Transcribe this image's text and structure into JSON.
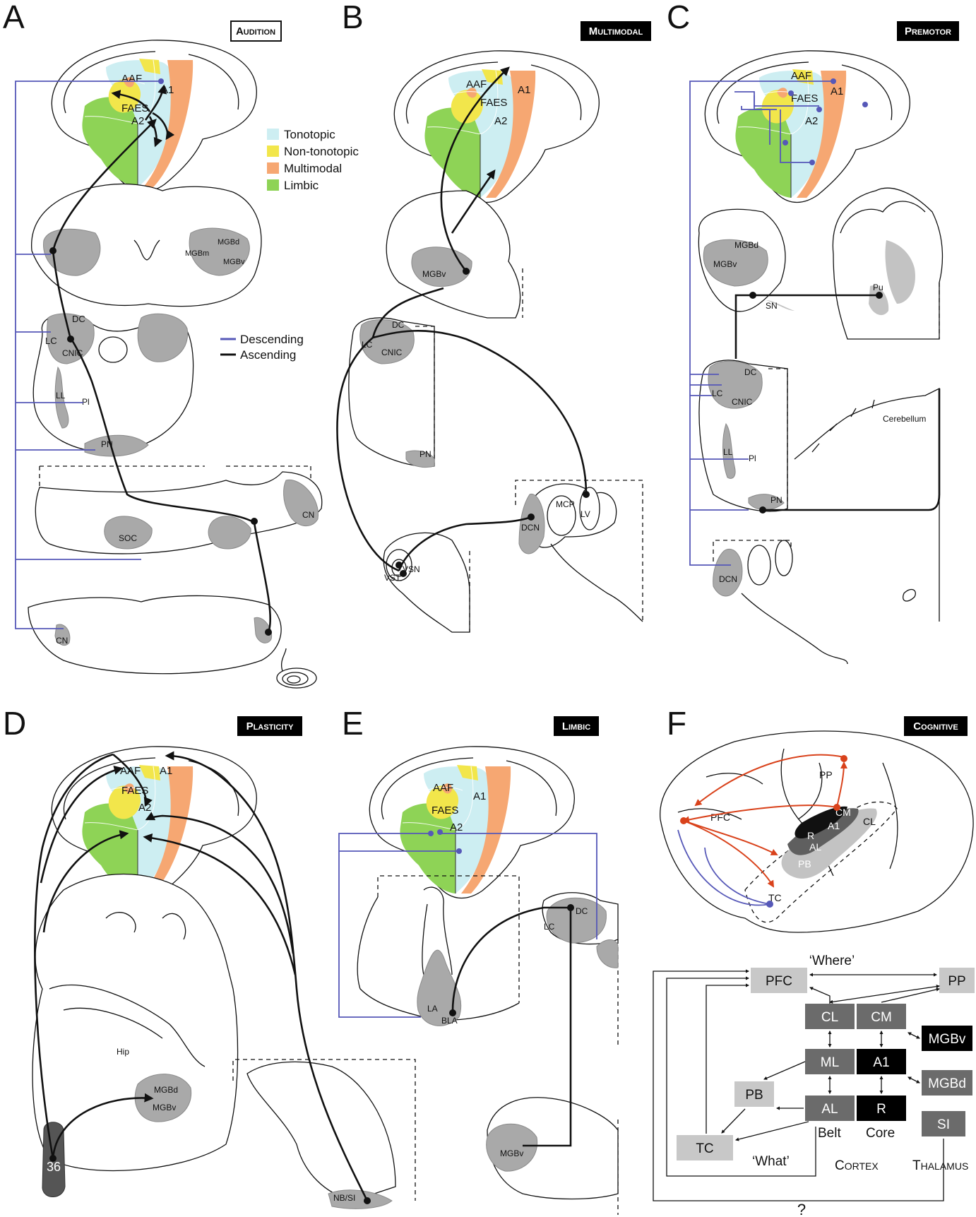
{
  "panels": [
    {
      "letter": "A",
      "tag": "Audition",
      "tag_style": "outline"
    },
    {
      "letter": "B",
      "tag": "Multimodal",
      "tag_style": "filled"
    },
    {
      "letter": "C",
      "tag": "Premotor",
      "tag_style": "filled"
    },
    {
      "letter": "D",
      "tag": "Plasticity",
      "tag_style": "filled"
    },
    {
      "letter": "E",
      "tag": "Limbic",
      "tag_style": "filled"
    },
    {
      "letter": "F",
      "tag": "Cognitive",
      "tag_style": "filled"
    }
  ],
  "legend_regions": [
    {
      "label": "Tonotopic",
      "color": "#cdeef2"
    },
    {
      "label": "Non-tonotopic",
      "color": "#f2e64b"
    },
    {
      "label": "Multimodal",
      "color": "#f6a772"
    },
    {
      "label": "Limbic",
      "color": "#8ed356"
    }
  ],
  "legend_paths": [
    {
      "label": "Descending",
      "color": "#5658b8"
    },
    {
      "label": "Ascending",
      "color": "#111111"
    }
  ],
  "cortex_labels": {
    "aaf": "AAF",
    "a1": "A1",
    "faes": "FAES",
    "a2": "A2"
  },
  "panel_a_labels": {
    "mgbd": "MGBd",
    "mgbm": "MGBm",
    "mgbv": "MGBv",
    "dc": "DC",
    "lc": "LC",
    "cnic": "CNIC",
    "ll": "LL",
    "pl": "Pl",
    "pn": "PN",
    "soc": "SOC",
    "cn_top": "CN",
    "cn_bottom": "CN"
  },
  "panel_b_labels": {
    "mgbv": "MGBv",
    "dc": "DC",
    "lc": "LC",
    "cnic": "CNIC",
    "pn": "PN",
    "mcp": "MCP",
    "dcn": "DCN",
    "lv": "LV",
    "vsn": "VSN",
    "vst": "VST"
  },
  "panel_c_labels": {
    "mgbd": "MGBd",
    "mgbv": "MGBv",
    "sn": "SN",
    "pu": "Pu",
    "dc": "DC",
    "lc": "LC",
    "cnic": "CNIC",
    "ll": "LL",
    "pl": "Pl",
    "pn": "PN",
    "cerebellum": "Cerebellum",
    "dcn": "DCN"
  },
  "panel_d_labels": {
    "hip": "Hip",
    "mgbd": "MGBd",
    "mgbv": "MGBv",
    "area36": "36",
    "nbsi": "NB/SI"
  },
  "panel_e_labels": {
    "la": "LA",
    "bla": "BLA",
    "dc": "DC",
    "lc": "LC",
    "mgbv": "MGBv"
  },
  "panel_f_brain_labels": {
    "pp": "PP",
    "pfc": "PFC",
    "cm": "CM",
    "a1": "A1",
    "cl": "CL",
    "r": "R",
    "al": "AL",
    "pb": "PB",
    "tc": "TC"
  },
  "panel_f_boxes": {
    "pfc": "PFC",
    "pp": "PP",
    "cl": "CL",
    "cm": "CM",
    "mgbv": "MGBv",
    "ml": "ML",
    "a1": "A1",
    "mgbd": "MGBd",
    "pb": "PB",
    "al": "AL",
    "r": "R",
    "si": "SI",
    "tc": "TC"
  },
  "panel_f_text": {
    "where": "‘Where’",
    "what": "‘What’",
    "belt": "Belt",
    "core": "Core",
    "cortex_c": "C",
    "cortex_rest": "ORTEX",
    "thalamus_t": "T",
    "thalamus_rest": "HALAMUS",
    "question": "?"
  },
  "colors": {
    "descending": "#5658b8",
    "ascending": "#111111",
    "cognitive_red": "#d9421b",
    "nucleus_gray": "#a9a9a9",
    "box_light": "#c8c8c8",
    "box_mid": "#6b6b6b",
    "box_dark": "#000000"
  }
}
